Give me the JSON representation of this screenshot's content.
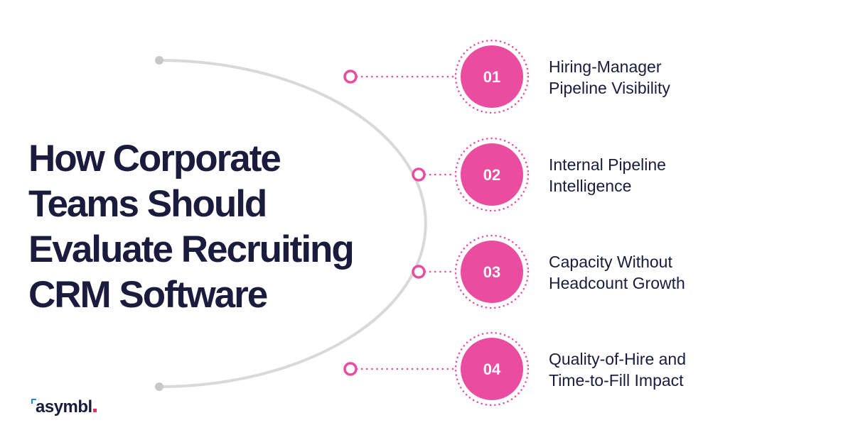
{
  "title_lines": [
    "How Corporate",
    "Teams Should",
    "Evaluate Recruiting",
    "CRM Software"
  ],
  "items": [
    {
      "number": "01",
      "line1": "Hiring-Manager",
      "line2": "Pipeline Visibility"
    },
    {
      "number": "02",
      "line1": "Internal Pipeline",
      "line2": "Intelligence"
    },
    {
      "number": "03",
      "line1": "Capacity Without",
      "line2": "Headcount Growth"
    },
    {
      "number": "04",
      "line1": "Quality-of-Hire and",
      "line2": "Time-to-Fill Impact"
    }
  ],
  "brand": {
    "name": "asymbl",
    "accent_color": "#e8315b",
    "mark_color": "#1e88e5"
  },
  "colors": {
    "pink": "#ea4c9f",
    "navy": "#1b1c3d",
    "arc": "#d9d9d9",
    "arc_end": "#c8c8c8"
  }
}
